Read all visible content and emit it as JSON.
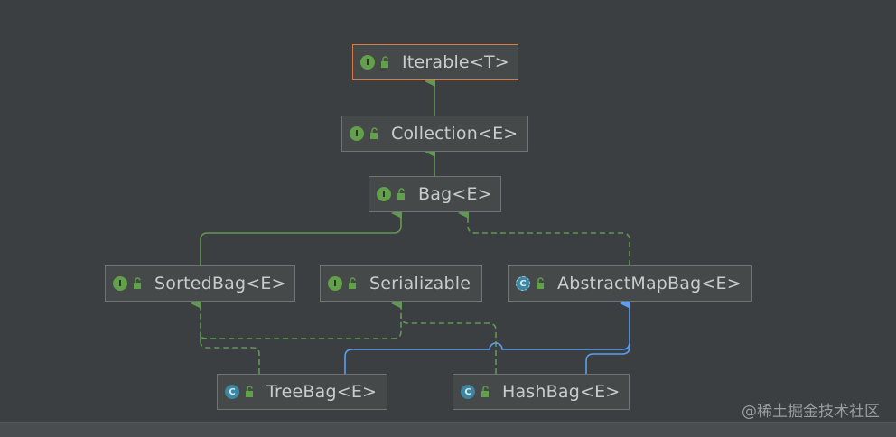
{
  "diagram": {
    "nodes": [
      {
        "id": "iterable",
        "label": "Iterable<T>",
        "kind": "interface"
      },
      {
        "id": "collection",
        "label": "Collection<E>",
        "kind": "interface"
      },
      {
        "id": "bag",
        "label": "Bag<E>",
        "kind": "interface"
      },
      {
        "id": "sortedbag",
        "label": "SortedBag<E>",
        "kind": "interface"
      },
      {
        "id": "serializable",
        "label": "Serializable",
        "kind": "interface"
      },
      {
        "id": "abstractmapbag",
        "label": "AbstractMapBag<E>",
        "kind": "abstract-class"
      },
      {
        "id": "treebag",
        "label": "TreeBag<E>",
        "kind": "class"
      },
      {
        "id": "hashbag",
        "label": "HashBag<E>",
        "kind": "class"
      }
    ],
    "edges": [
      {
        "from": "collection",
        "to": "iterable",
        "type": "extends"
      },
      {
        "from": "bag",
        "to": "collection",
        "type": "extends"
      },
      {
        "from": "sortedbag",
        "to": "bag",
        "type": "extends"
      },
      {
        "from": "abstractmapbag",
        "to": "bag",
        "type": "implements"
      },
      {
        "from": "treebag",
        "to": "sortedbag",
        "type": "implements"
      },
      {
        "from": "treebag",
        "to": "serializable",
        "type": "implements"
      },
      {
        "from": "hashbag",
        "to": "serializable",
        "type": "implements"
      },
      {
        "from": "treebag",
        "to": "abstractmapbag",
        "type": "class-extends"
      },
      {
        "from": "hashbag",
        "to": "abstractmapbag",
        "type": "class-extends"
      }
    ],
    "colors": {
      "interface_edge": "#629755",
      "class_edge": "#5c9ef2",
      "selected_border": "#d97b46"
    }
  },
  "icons": {
    "interface_badge": "I",
    "class_badge": "C",
    "lock": "lock-icon"
  },
  "watermark": "@稀土掘金技术社区"
}
